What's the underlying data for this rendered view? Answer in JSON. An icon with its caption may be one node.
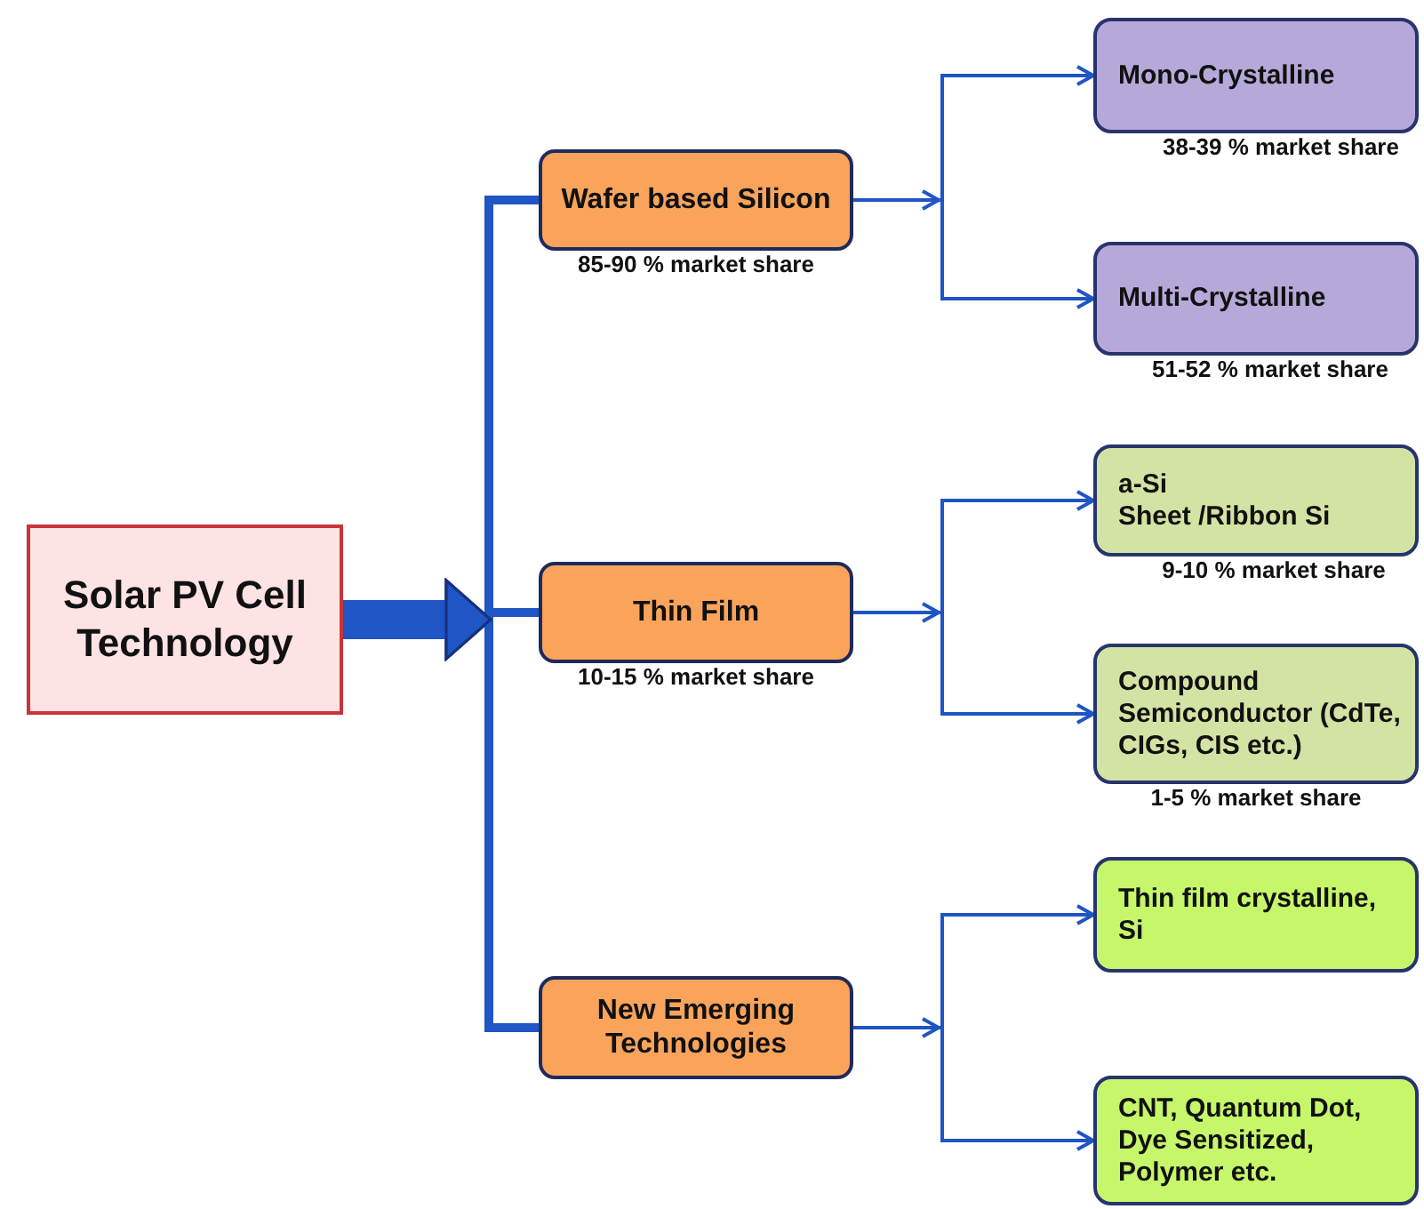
{
  "diagram": {
    "nodes": [
      {
        "text": [
          "Solar PV Cell Technology"
        ]
      },
      {
        "text": [
          "Wafer based Silicon"
        ],
        "beside": [
          "85-90 % market share"
        ]
      },
      {
        "text": [
          "Thin Film"
        ],
        "beside": [
          "10-15 % market share"
        ]
      },
      {
        "text": [
          "New Emerging Technologies"
        ]
      },
      {
        "text": [
          "Mono-Crystalline"
        ],
        "beside": [
          "38-39 % market share"
        ]
      },
      {
        "text": [
          "Multi-Crystalline"
        ],
        "beside": [
          "51-52 % market share"
        ]
      },
      {
        "text": [
          "a-Si",
          "Sheet /Ribbon Si"
        ],
        "beside": [
          "9-10 % market share"
        ]
      },
      {
        "text": [
          "Compound Semiconductor (CdTe, CIGs, CIS etc.)"
        ],
        "beside": [
          "1-5 % market share"
        ]
      },
      {
        "text": [
          "Thin film crystalline, Si"
        ]
      },
      {
        "text": [
          "CNT, Quantum Dot, Dye Sensitized, Polymer etc."
        ]
      }
    ],
    "edges": [
      {
        "from": 0,
        "to": 1,
        "arrow": "to",
        "style": "thick"
      },
      {
        "from": 0,
        "to": 2,
        "arrow": "to",
        "style": "thick"
      },
      {
        "from": 0,
        "to": 3,
        "arrow": "to",
        "style": "thick"
      },
      {
        "from": 1,
        "to": 4,
        "arrow": "to"
      },
      {
        "from": 1,
        "to": 5,
        "arrow": "to"
      },
      {
        "from": 2,
        "to": 6,
        "arrow": "to"
      },
      {
        "from": 2,
        "to": 7,
        "arrow": "to"
      },
      {
        "from": 3,
        "to": 8,
        "arrow": "to"
      },
      {
        "from": 3,
        "to": 9,
        "arrow": "to"
      }
    ]
  }
}
